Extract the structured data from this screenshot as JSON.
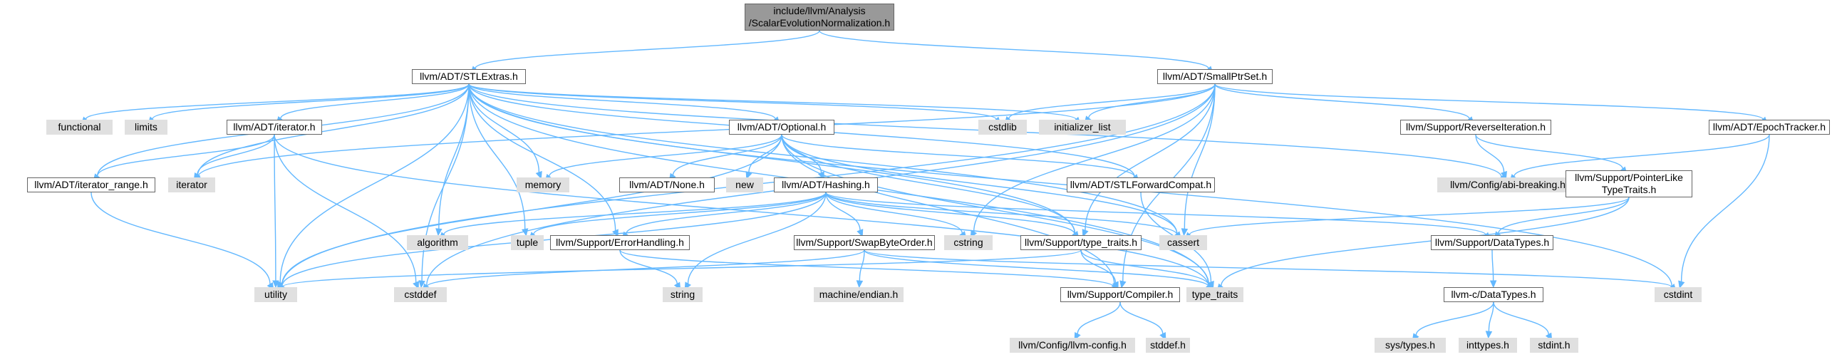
{
  "graph": {
    "colors": {
      "edge": "#63b8ff",
      "root_fill": "#999999",
      "internal_fill": "#ffffff",
      "external_fill": "#e0e0e0",
      "border": "#666666"
    },
    "nodes": [
      {
        "id": "root",
        "lines": [
          "include/llvm/Analysis",
          "/ScalarEvolutionNormalization.h"
        ],
        "kind": "root"
      },
      {
        "id": "stlextras",
        "lines": [
          "llvm/ADT/STLExtras.h"
        ],
        "kind": "internal"
      },
      {
        "id": "smallptrset",
        "lines": [
          "llvm/ADT/SmallPtrSet.h"
        ],
        "kind": "internal"
      },
      {
        "id": "functional",
        "lines": [
          "functional"
        ],
        "kind": "external"
      },
      {
        "id": "limits",
        "lines": [
          "limits"
        ],
        "kind": "external"
      },
      {
        "id": "iteratorh",
        "lines": [
          "llvm/ADT/iterator.h"
        ],
        "kind": "internal"
      },
      {
        "id": "optional",
        "lines": [
          "llvm/ADT/Optional.h"
        ],
        "kind": "internal"
      },
      {
        "id": "cstdlib",
        "lines": [
          "cstdlib"
        ],
        "kind": "external"
      },
      {
        "id": "initlist",
        "lines": [
          "initializer_list"
        ],
        "kind": "external"
      },
      {
        "id": "reverseiter",
        "lines": [
          "llvm/Support/ReverseIteration.h"
        ],
        "kind": "internal"
      },
      {
        "id": "epoch",
        "lines": [
          "llvm/ADT/EpochTracker.h"
        ],
        "kind": "internal"
      },
      {
        "id": "iterrange",
        "lines": [
          "llvm/ADT/iterator_range.h"
        ],
        "kind": "internal"
      },
      {
        "id": "iterator",
        "lines": [
          "iterator"
        ],
        "kind": "external"
      },
      {
        "id": "memory",
        "lines": [
          "memory"
        ],
        "kind": "external"
      },
      {
        "id": "none",
        "lines": [
          "llvm/ADT/None.h"
        ],
        "kind": "internal"
      },
      {
        "id": "new",
        "lines": [
          "new"
        ],
        "kind": "external"
      },
      {
        "id": "hashing",
        "lines": [
          "llvm/ADT/Hashing.h"
        ],
        "kind": "internal"
      },
      {
        "id": "stlforward",
        "lines": [
          "llvm/ADT/STLForwardCompat.h"
        ],
        "kind": "internal"
      },
      {
        "id": "abibreaking",
        "lines": [
          "llvm/Config/abi-breaking.h"
        ],
        "kind": "external"
      },
      {
        "id": "pointerlike",
        "lines": [
          "llvm/Support/PointerLike",
          "TypeTraits.h"
        ],
        "kind": "internal"
      },
      {
        "id": "algorithm",
        "lines": [
          "algorithm"
        ],
        "kind": "external"
      },
      {
        "id": "errorhandling",
        "lines": [
          "llvm/Support/ErrorHandling.h"
        ],
        "kind": "internal"
      },
      {
        "id": "tuple",
        "lines": [
          "tuple"
        ],
        "kind": "external"
      },
      {
        "id": "swapbyte",
        "lines": [
          "llvm/Support/SwapByteOrder.h"
        ],
        "kind": "internal"
      },
      {
        "id": "cstring",
        "lines": [
          "cstring"
        ],
        "kind": "external"
      },
      {
        "id": "typetraitsh",
        "lines": [
          "llvm/Support/type_traits.h"
        ],
        "kind": "internal"
      },
      {
        "id": "cassert",
        "lines": [
          "cassert"
        ],
        "kind": "external"
      },
      {
        "id": "datatypes",
        "lines": [
          "llvm/Support/DataTypes.h"
        ],
        "kind": "internal"
      },
      {
        "id": "utility",
        "lines": [
          "utility"
        ],
        "kind": "external"
      },
      {
        "id": "cstddef",
        "lines": [
          "cstddef"
        ],
        "kind": "external"
      },
      {
        "id": "string",
        "lines": [
          "string"
        ],
        "kind": "external"
      },
      {
        "id": "endian",
        "lines": [
          "machine/endian.h"
        ],
        "kind": "external"
      },
      {
        "id": "compiler",
        "lines": [
          "llvm/Support/Compiler.h"
        ],
        "kind": "internal"
      },
      {
        "id": "typetraits",
        "lines": [
          "type_traits"
        ],
        "kind": "external"
      },
      {
        "id": "cdatatypes",
        "lines": [
          "llvm-c/DataTypes.h"
        ],
        "kind": "internal"
      },
      {
        "id": "cstdint",
        "lines": [
          "cstdint"
        ],
        "kind": "external"
      },
      {
        "id": "llvmconfig",
        "lines": [
          "llvm/Config/llvm-config.h"
        ],
        "kind": "external"
      },
      {
        "id": "stddef",
        "lines": [
          "stddef.h"
        ],
        "kind": "external"
      },
      {
        "id": "systypes",
        "lines": [
          "sys/types.h"
        ],
        "kind": "external"
      },
      {
        "id": "inttypes",
        "lines": [
          "inttypes.h"
        ],
        "kind": "external"
      },
      {
        "id": "stdint",
        "lines": [
          "stdint.h"
        ],
        "kind": "external"
      }
    ],
    "edges": [
      [
        "root",
        "stlextras"
      ],
      [
        "root",
        "smallptrset"
      ],
      [
        "stlextras",
        "functional"
      ],
      [
        "stlextras",
        "limits"
      ],
      [
        "stlextras",
        "iteratorh"
      ],
      [
        "stlextras",
        "optional"
      ],
      [
        "stlextras",
        "cstdlib"
      ],
      [
        "stlextras",
        "initlist"
      ],
      [
        "stlextras",
        "iterrange"
      ],
      [
        "stlextras",
        "iterator"
      ],
      [
        "stlextras",
        "memory"
      ],
      [
        "stlextras",
        "algorithm"
      ],
      [
        "stlextras",
        "errorhandling"
      ],
      [
        "stlextras",
        "tuple"
      ],
      [
        "stlextras",
        "typetraitsh"
      ],
      [
        "stlextras",
        "cassert"
      ],
      [
        "stlextras",
        "utility"
      ],
      [
        "stlextras",
        "cstddef"
      ],
      [
        "stlextras",
        "stlforward"
      ],
      [
        "stlextras",
        "abibreaking"
      ],
      [
        "stlextras",
        "typetraits"
      ],
      [
        "stlextras",
        "cstdint"
      ],
      [
        "smallptrset",
        "reverseiter"
      ],
      [
        "smallptrset",
        "epoch"
      ],
      [
        "smallptrset",
        "cstdlib"
      ],
      [
        "smallptrset",
        "initlist"
      ],
      [
        "smallptrset",
        "iterator"
      ],
      [
        "smallptrset",
        "compiler"
      ],
      [
        "smallptrset",
        "typetraitsh"
      ],
      [
        "smallptrset",
        "cassert"
      ],
      [
        "smallptrset",
        "cstring"
      ],
      [
        "smallptrset",
        "utility"
      ],
      [
        "smallptrset",
        "cstddef"
      ],
      [
        "iteratorh",
        "iterrange"
      ],
      [
        "iteratorh",
        "iterator"
      ],
      [
        "iteratorh",
        "utility"
      ],
      [
        "iteratorh",
        "cstddef"
      ],
      [
        "iteratorh",
        "typetraits"
      ],
      [
        "iterrange",
        "utility"
      ],
      [
        "optional",
        "memory"
      ],
      [
        "optional",
        "none"
      ],
      [
        "optional",
        "new"
      ],
      [
        "optional",
        "hashing"
      ],
      [
        "optional",
        "stlforward"
      ],
      [
        "optional",
        "typetraitsh"
      ],
      [
        "optional",
        "compiler"
      ],
      [
        "optional",
        "cassert"
      ],
      [
        "optional",
        "utility"
      ],
      [
        "optional",
        "typetraits"
      ],
      [
        "hashing",
        "algorithm"
      ],
      [
        "hashing",
        "errorhandling"
      ],
      [
        "hashing",
        "tuple"
      ],
      [
        "hashing",
        "swapbyte"
      ],
      [
        "hashing",
        "cstring"
      ],
      [
        "hashing",
        "typetraitsh"
      ],
      [
        "hashing",
        "cassert"
      ],
      [
        "hashing",
        "datatypes"
      ],
      [
        "hashing",
        "utility"
      ],
      [
        "hashing",
        "string"
      ],
      [
        "stlforward",
        "typetraits"
      ],
      [
        "reverseiter",
        "abibreaking"
      ],
      [
        "reverseiter",
        "pointerlike"
      ],
      [
        "epoch",
        "abibreaking"
      ],
      [
        "epoch",
        "cstdint"
      ],
      [
        "pointerlike",
        "cassert"
      ],
      [
        "pointerlike",
        "datatypes"
      ],
      [
        "pointerlike",
        "typetraits"
      ],
      [
        "errorhandling",
        "compiler"
      ],
      [
        "errorhandling",
        "string"
      ],
      [
        "swapbyte",
        "endian"
      ],
      [
        "swapbyte",
        "cstddef"
      ],
      [
        "swapbyte",
        "typetraits"
      ],
      [
        "swapbyte",
        "cstdint"
      ],
      [
        "typetraitsh",
        "compiler"
      ],
      [
        "typetraitsh",
        "typetraits"
      ],
      [
        "typetraitsh",
        "utility"
      ],
      [
        "datatypes",
        "cdatatypes"
      ],
      [
        "cdatatypes",
        "systypes"
      ],
      [
        "cdatatypes",
        "inttypes"
      ],
      [
        "cdatatypes",
        "stdint"
      ],
      [
        "compiler",
        "llvmconfig"
      ],
      [
        "compiler",
        "stddef"
      ]
    ]
  }
}
